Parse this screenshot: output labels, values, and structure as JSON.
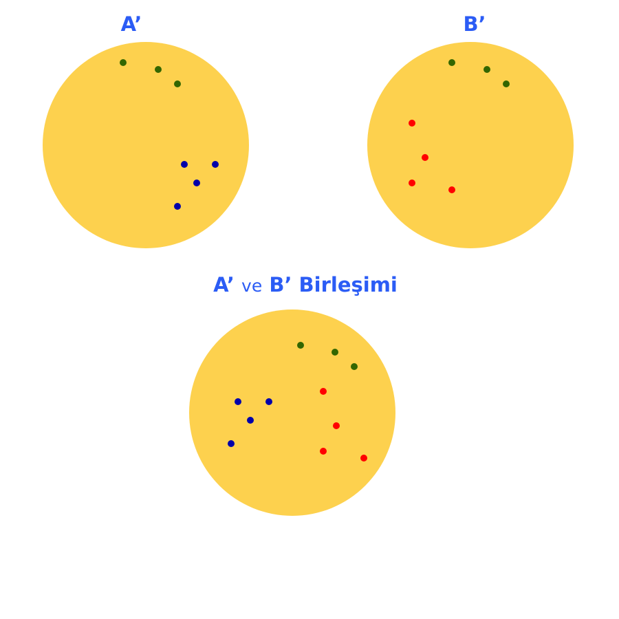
{
  "labels": {
    "set_a": "A’",
    "set_b": "B’",
    "union_part1": "A’",
    "union_part2": "ve",
    "union_part3": "B’ Birleşimi"
  },
  "colors": {
    "set_fill": "#fdd14e",
    "title_blue": "#2b5cf5",
    "dot_green": "#336600",
    "dot_blue": "#0000aa",
    "dot_red": "#ff0000"
  },
  "sets": [
    {
      "name": "set-a",
      "groups": [
        {
          "color": "dot_green",
          "count": 3
        },
        {
          "color": "dot_blue",
          "count": 4
        }
      ]
    },
    {
      "name": "set-b",
      "groups": [
        {
          "color": "dot_green",
          "count": 3
        },
        {
          "color": "dot_red",
          "count": 4
        }
      ]
    },
    {
      "name": "set-union",
      "groups": [
        {
          "color": "dot_green",
          "count": 3
        },
        {
          "color": "dot_blue",
          "count": 4
        },
        {
          "color": "dot_red",
          "count": 4
        }
      ]
    }
  ]
}
